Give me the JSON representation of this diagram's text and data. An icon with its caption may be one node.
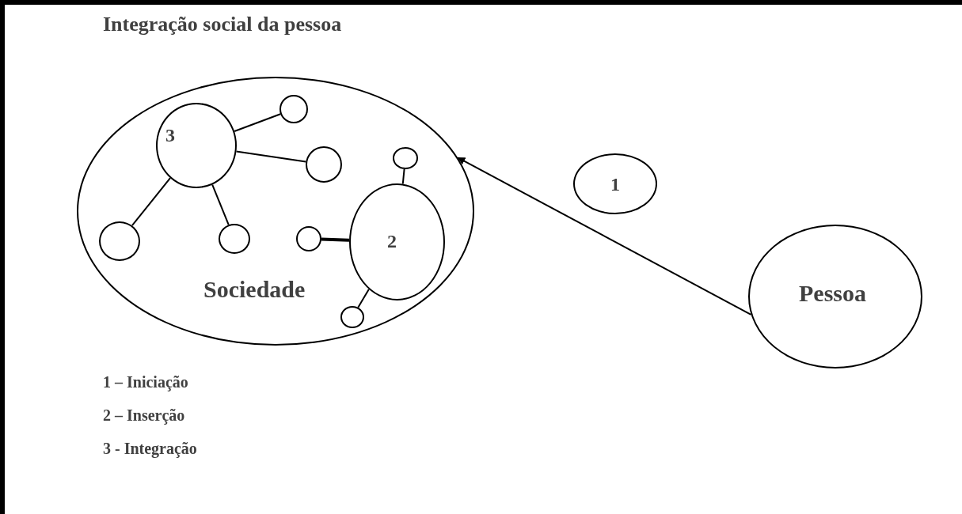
{
  "diagram": {
    "title": "Integração social da pessoa",
    "nodes": [
      {
        "text": [
          "Sociedade"
        ]
      },
      {
        "text": [
          "3"
        ],
        "in": 0
      },
      {
        "text": [],
        "shape": "circle",
        "in": 0
      },
      {
        "text": [],
        "shape": "circle",
        "in": 0
      },
      {
        "text": [],
        "shape": "circle",
        "in": 0
      },
      {
        "text": [],
        "shape": "circle",
        "in": 0
      },
      {
        "text": [],
        "shape": "circle",
        "in": 0
      },
      {
        "text": [],
        "shape": "circle",
        "in": 0
      },
      {
        "text": [
          "2"
        ],
        "in": 0
      },
      {
        "text": [],
        "shape": "circle",
        "in": 0
      },
      {
        "text": [
          "1"
        ]
      },
      {
        "text": [
          "Pessoa"
        ]
      }
    ],
    "edges": [
      {
        "from": 1,
        "to": 2,
        "arrow": "none"
      },
      {
        "from": 1,
        "to": 3,
        "arrow": "none"
      },
      {
        "from": 1,
        "to": 4,
        "arrow": "none"
      },
      {
        "from": 1,
        "to": 5,
        "arrow": "none"
      },
      {
        "from": 8,
        "to": 6,
        "arrow": "none"
      },
      {
        "from": 8,
        "to": 7,
        "arrow": "none",
        "style": "thick"
      },
      {
        "from": 8,
        "to": 9,
        "arrow": "none"
      },
      {
        "from": 11,
        "to": 0,
        "arrow": "to"
      }
    ],
    "labels": [
      "1 – Iniciação",
      "2 – Inserção",
      "3 - Integração"
    ]
  }
}
